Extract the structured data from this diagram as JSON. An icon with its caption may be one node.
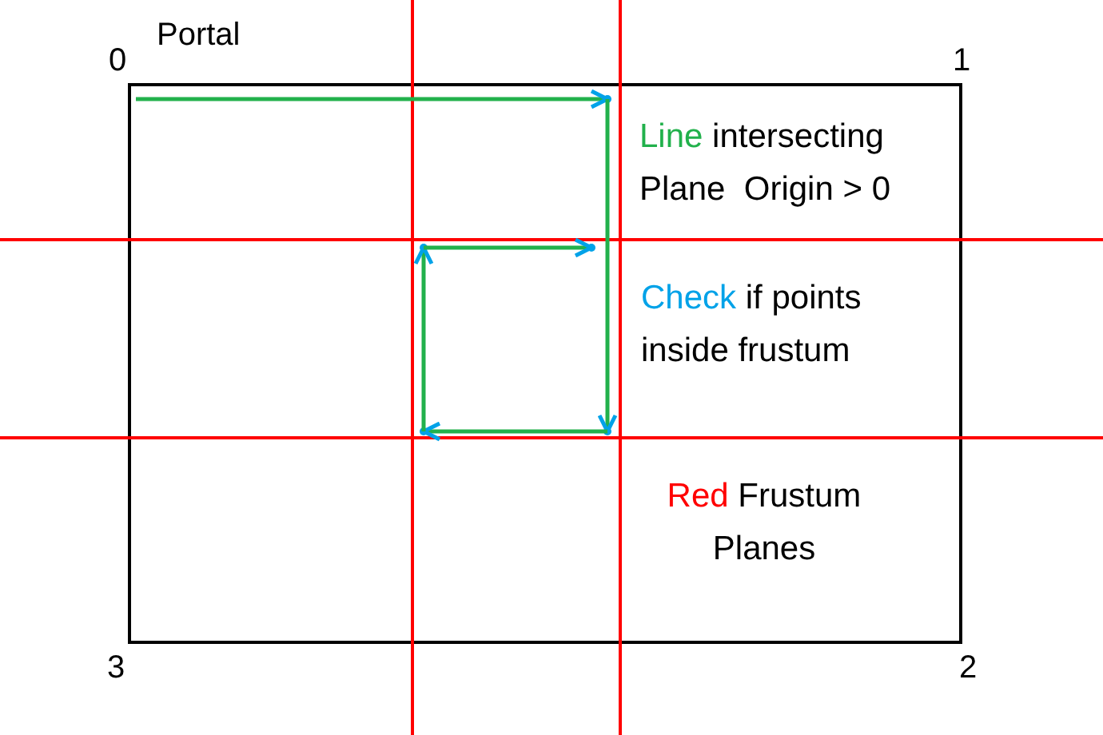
{
  "diagram": {
    "nodes": [
      {
        "text": [
          "Portal"
        ]
      }
    ],
    "labels": [
      "0",
      "1",
      "Line",
      "intersecting Plane  Origin > 0",
      "Check",
      "if points inside frustum",
      "Red",
      "Frustum Planes",
      "3",
      "2"
    ]
  }
}
